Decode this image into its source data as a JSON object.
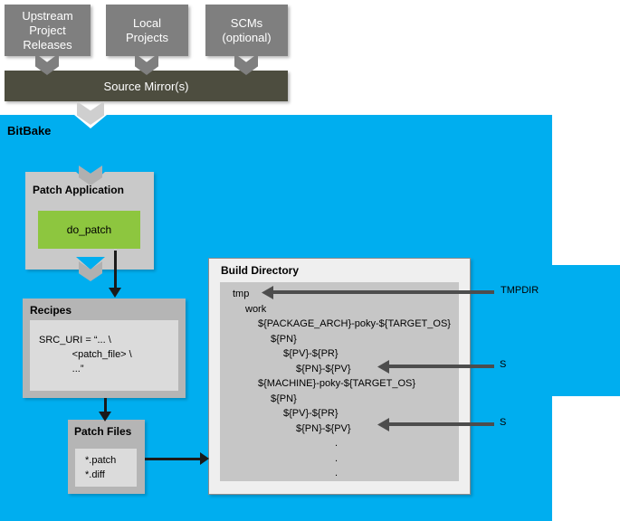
{
  "colors": {
    "bitbake_blue": "#00aeef",
    "mirror_bar": "#4d4d3f",
    "source_box_gray": "#7f7f7f",
    "task_green": "#8dc63f",
    "arrow_dark": "#4d4d4d"
  },
  "sources": {
    "upstream": "Upstream\nProject\nReleases",
    "local": "Local\nProjects",
    "scms": "SCMs\n(optional)",
    "mirror": "Source Mirror(s)"
  },
  "bitbake": {
    "label": "BitBake",
    "patch_application": {
      "title": "Patch Application",
      "task": "do_patch"
    },
    "recipes": {
      "title": "Recipes",
      "code": "SRC_URI = “... \\\n            <patch_file> \\\n            ...”"
    },
    "patch_files": {
      "title": "Patch Files",
      "files": "*.patch\n*.diff"
    },
    "build_directory": {
      "title": "Build Directory",
      "tree": [
        "tmp",
        "work",
        "${PACKAGE_ARCH}-poky-${TARGET_OS}",
        "${PN}",
        "${PV}-${PR}",
        "${PN}-${PV}",
        "${MACHINE}-poky-${TARGET_OS}",
        "${PN}",
        "${PV}-${PR}",
        "${PN}-${PV}",
        ".",
        ".",
        "."
      ],
      "annotations": {
        "tmpdir": "TMPDIR",
        "s1": "S",
        "s2": "S"
      }
    }
  }
}
